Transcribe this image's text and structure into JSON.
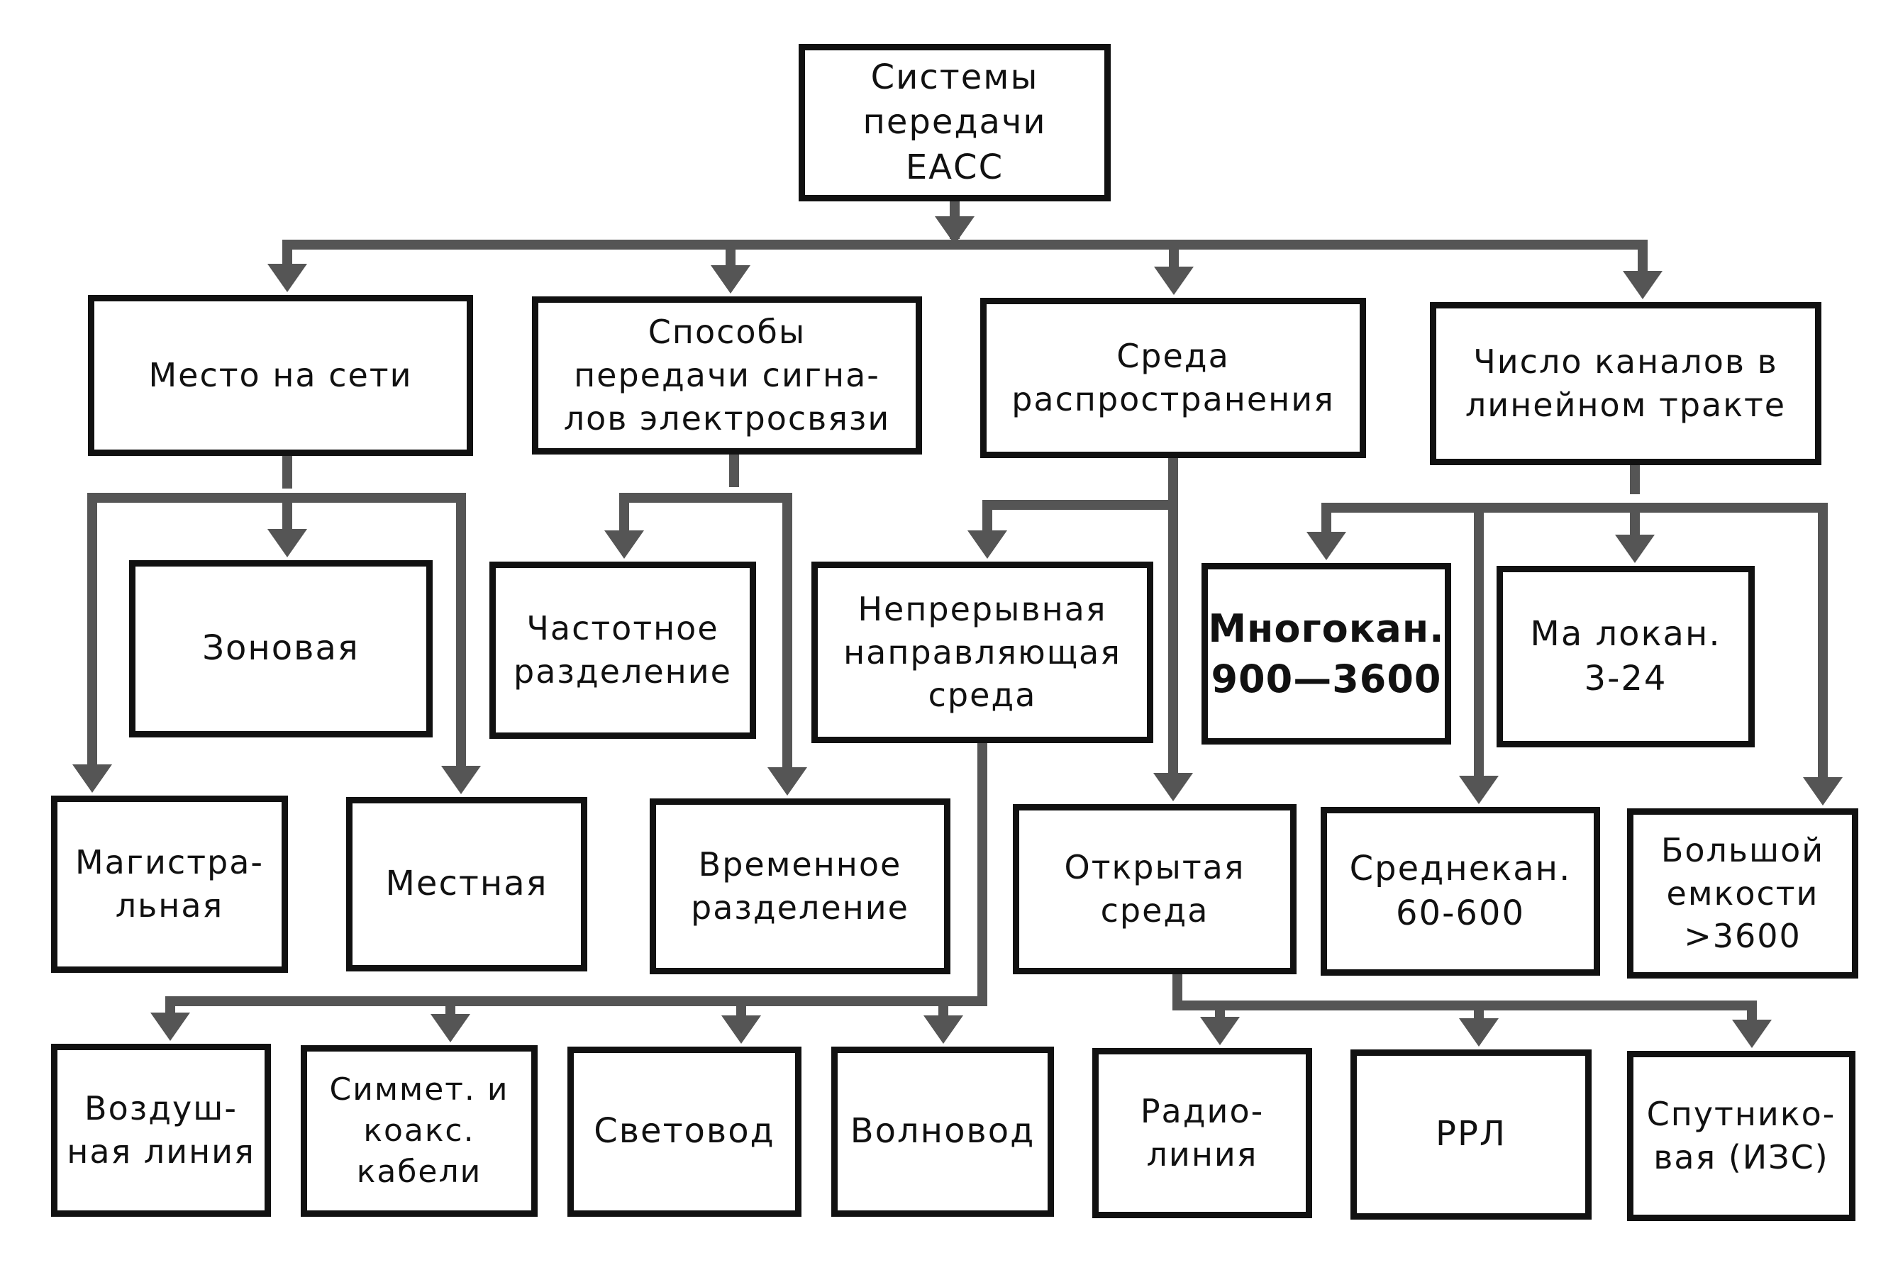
{
  "colors": {
    "arrow": "#555555",
    "border": "#111111",
    "text": "#111111"
  },
  "nodes": {
    "root": "Системы\nпередачи\nЕАСС",
    "mesto_na_seti": "Место на сети",
    "sposoby": "Способы\nпередачи сигна-\nлов электросвязи",
    "sreda": "Среда\nраспространения",
    "chislo_kanalov": "Число каналов в\nлинейном тракте",
    "zonovaya": "Зоновая",
    "magistralnaya": "Магистра-\nльная",
    "mestnaya": "Местная",
    "chastotnoe": "Частотное\nразделение",
    "vremennoe": "Временное\nразделение",
    "nepreryvnaya": "Непрерывная\nнаправляющая\nсреда",
    "otkrytaya": "Открытая\nсреда",
    "mnogokan": "Многокан.\n900—3600",
    "malokan": "Ма локан.\n3-24",
    "srednekan": "Среднекан.\n60-600",
    "bolshoy": "Большой\nемкости\n>3600",
    "vozdushnaya": "Воздуш-\nная линия",
    "simmet": "Симмет. и\nкоакс.\nкабели",
    "svetovod": "Световод",
    "volnovod": "Волновод",
    "radioliniya": "Радио-\nлиния",
    "rrl": "РРЛ",
    "sputnikovaya": "Спутнико-\nвая (ИЗС)"
  }
}
